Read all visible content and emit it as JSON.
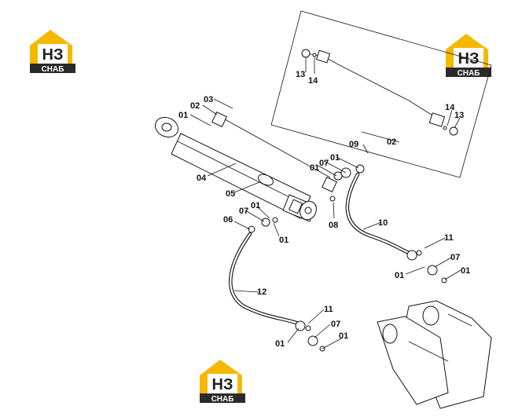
{
  "brand": {
    "mark": "НЗ",
    "word": "СНАБ",
    "accent_color": "#f5b800",
    "dark_color": "#2a2a2a"
  },
  "callouts": {
    "c01a": "01",
    "c01b": "01",
    "c01c": "01",
    "c01d": "01",
    "c01e": "01",
    "c01f": "01",
    "c01g": "01",
    "c01h": "01",
    "c01i": "01",
    "c02a": "02",
    "c02b": "02",
    "c03": "03",
    "c04": "04",
    "c05": "05",
    "c06": "06",
    "c07a": "07",
    "c07b": "07",
    "c07c": "07",
    "c07d": "07",
    "c08": "08",
    "c09": "09",
    "c10": "10",
    "c11a": "11",
    "c11b": "11",
    "c12": "12",
    "c13a": "13",
    "c13b": "13",
    "c14a": "14",
    "c14b": "14"
  }
}
